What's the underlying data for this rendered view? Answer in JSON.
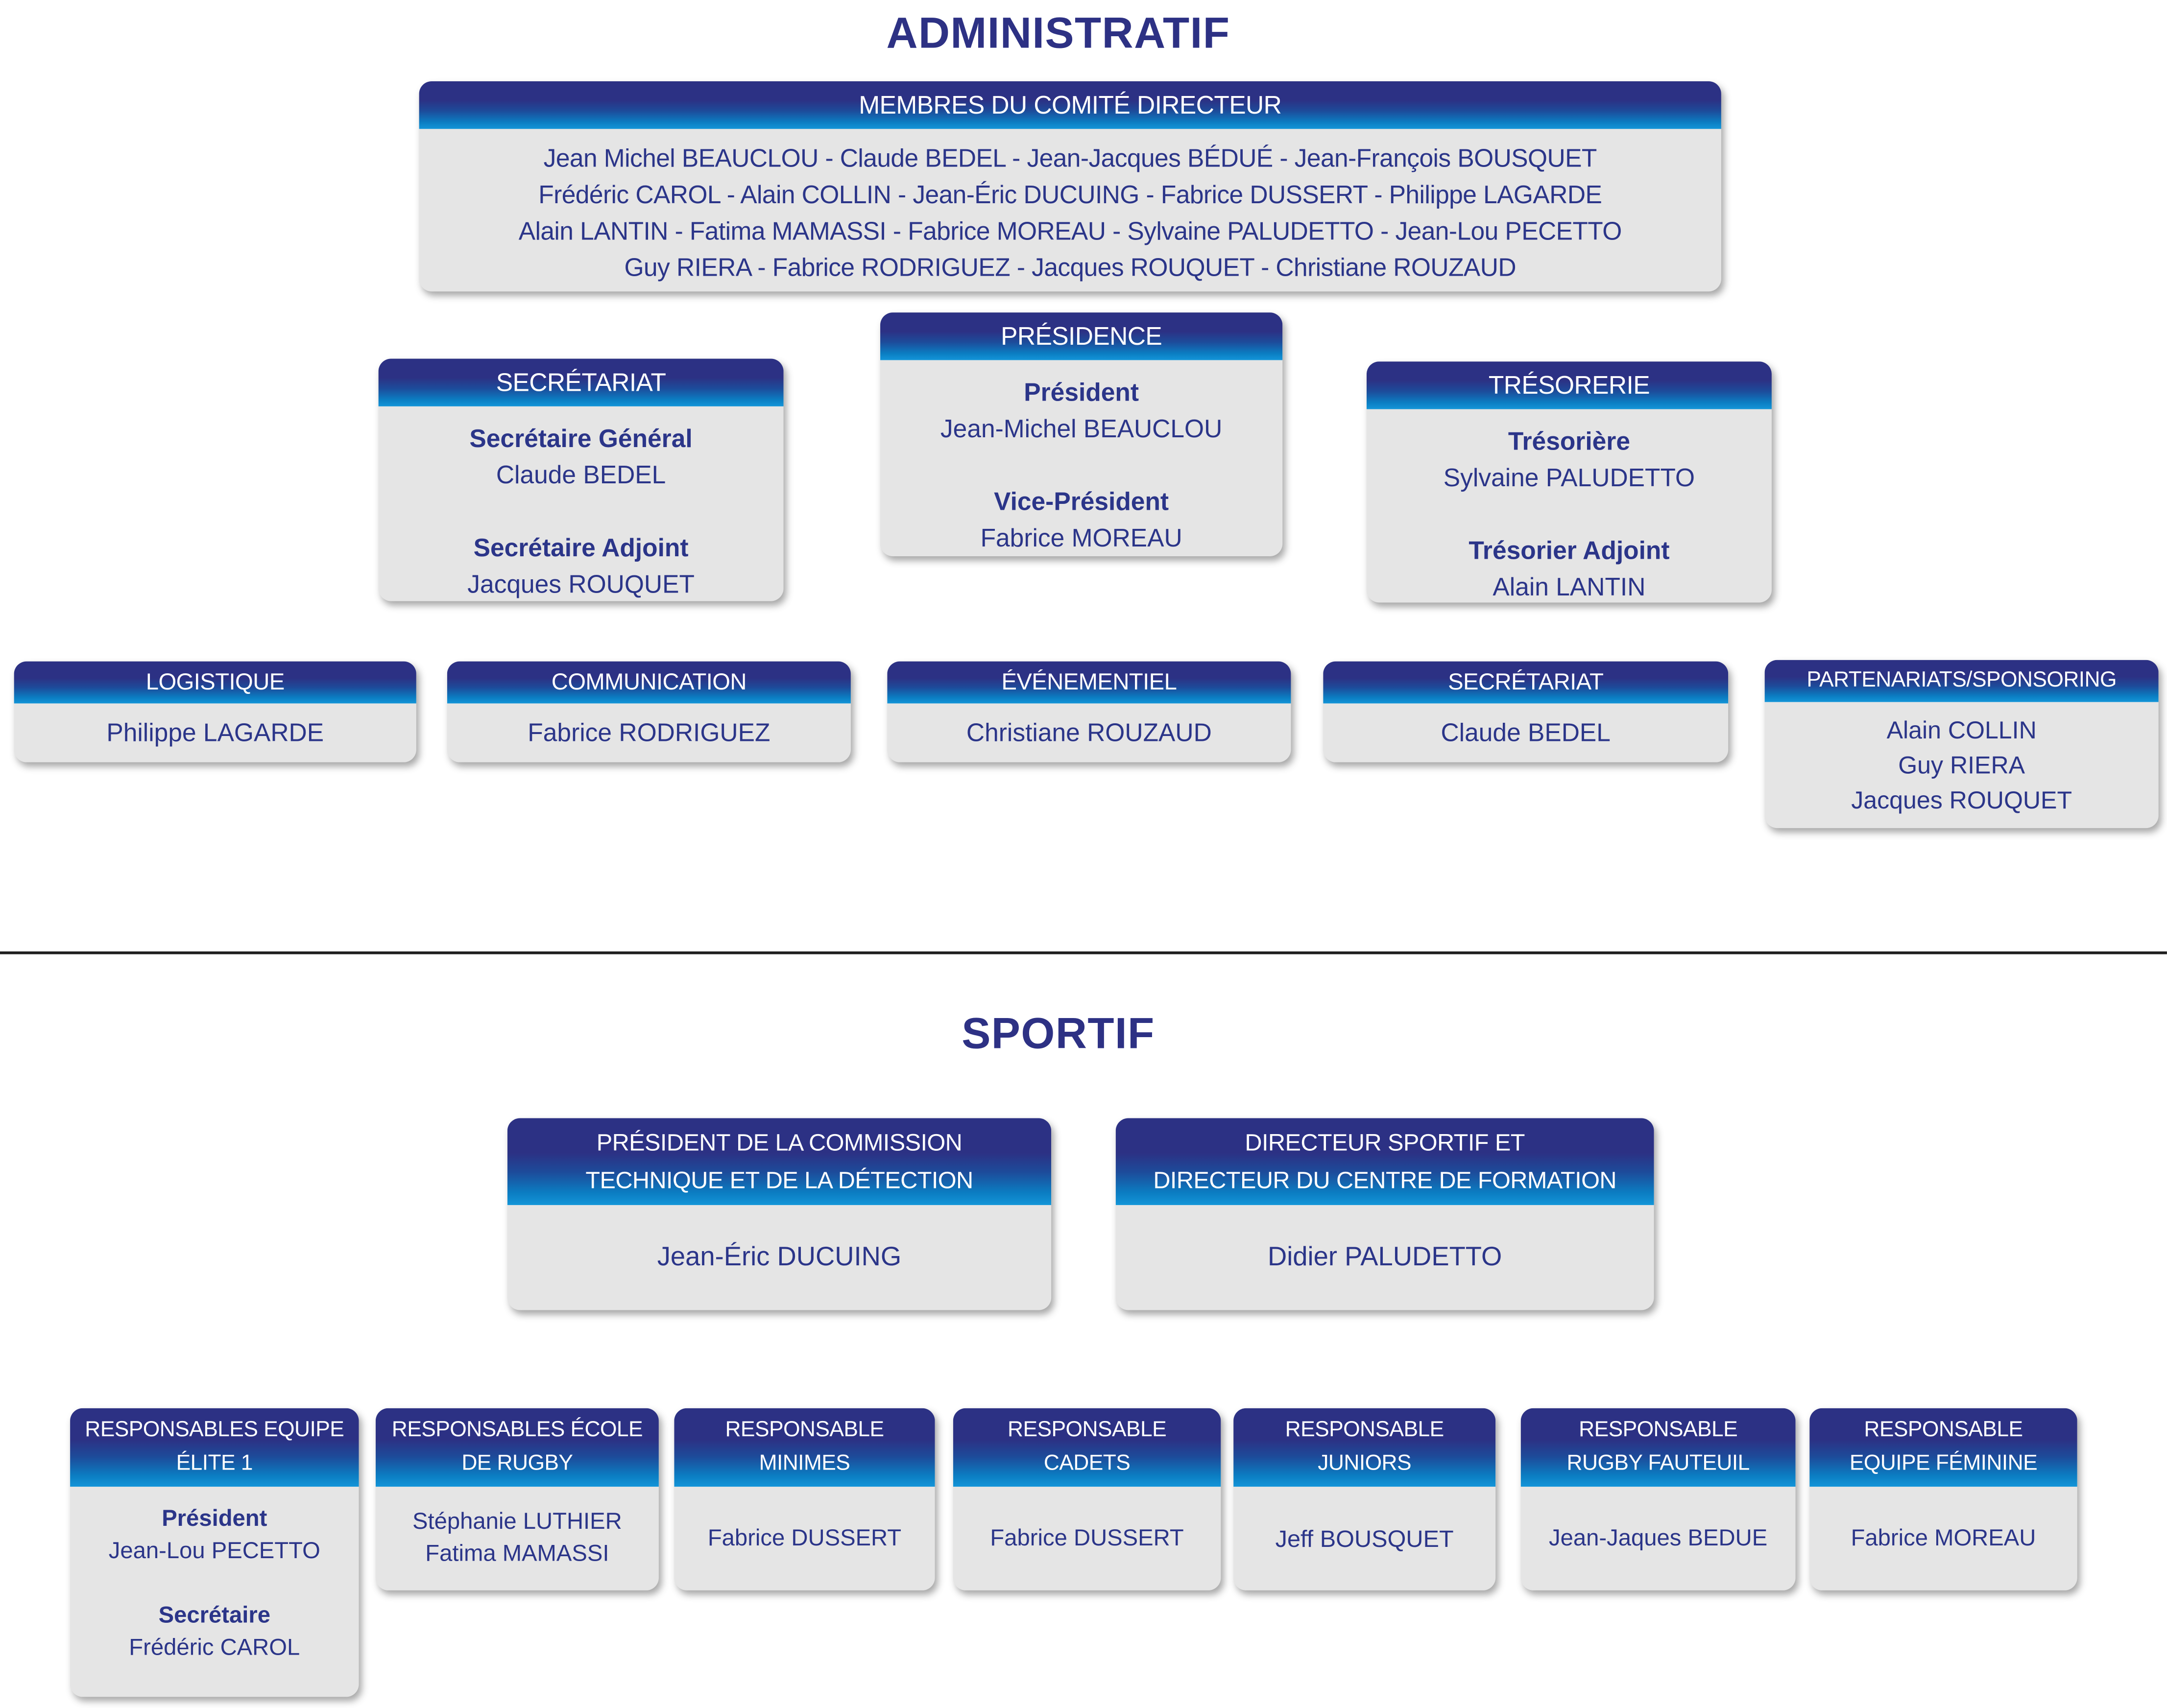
{
  "colors": {
    "header_gradient_top": "#2c3184",
    "header_gradient_mid": "#1d4b9a",
    "header_gradient_bottom": "#1395d8",
    "card_body_bg": "#e5e5e5",
    "text_blue": "#2b3589",
    "title_blue": "#2d3184",
    "divider": "#1f1f1f"
  },
  "administratif": {
    "title": "ADMINISTRATIF",
    "comite": {
      "header": "MEMBRES DU COMITÉ DIRECTEUR",
      "lines": [
        "Jean Michel BEAUCLOU - Claude BEDEL - Jean-Jacques BÉDUÉ - Jean-François BOUSQUET",
        "Frédéric CAROL - Alain COLLIN - Jean-Éric DUCUING - Fabrice DUSSERT - Philippe LAGARDE",
        "Alain LANTIN - Fatima MAMASSI - Fabrice MOREAU - Sylvaine PALUDETTO - Jean-Lou PECETTO",
        "Guy RIERA - Fabrice RODRIGUEZ - Jacques ROUQUET - Christiane ROUZAUD"
      ]
    },
    "secretariat": {
      "header": "SECRÉTARIAT",
      "role1": "Secrétaire Général",
      "name1": "Claude BEDEL",
      "role2": "Secrétaire Adjoint",
      "name2": "Jacques ROUQUET"
    },
    "presidence": {
      "header": "PRÉSIDENCE",
      "role1": "Président",
      "name1": "Jean-Michel BEAUCLOU",
      "role2": "Vice-Président",
      "name2": "Fabrice MOREAU"
    },
    "tresorerie": {
      "header": "TRÉSORERIE",
      "role1": "Trésorière",
      "name1": "Sylvaine PALUDETTO",
      "role2": "Trésorier Adjoint",
      "name2": "Alain LANTIN"
    },
    "logistique": {
      "header": "LOGISTIQUE",
      "name": "Philippe LAGARDE"
    },
    "communication": {
      "header": "COMMUNICATION",
      "name": "Fabrice RODRIGUEZ"
    },
    "evenementiel": {
      "header": "ÉVÉNEMENTIEL",
      "name": "Christiane ROUZAUD"
    },
    "secretariat2": {
      "header": "SECRÉTARIAT",
      "name": "Claude BEDEL"
    },
    "partenariats": {
      "header": "PARTENARIATS/SPONSORING",
      "names": [
        "Alain COLLIN",
        "Guy RIERA",
        "Jacques ROUQUET"
      ]
    }
  },
  "sportif": {
    "title": "SPORTIF",
    "commission": {
      "header1": "PRÉSIDENT DE LA COMMISSION",
      "header2": "TECHNIQUE ET DE LA DÉTECTION",
      "name": "Jean-Éric DUCUING"
    },
    "directeur": {
      "header1": "DIRECTEUR SPORTIF ET",
      "header2": "DIRECTEUR DU CENTRE DE FORMATION",
      "name": "Didier PALUDETTO"
    },
    "elite": {
      "header1": "RESPONSABLES EQUIPE",
      "header2": "ÉLITE 1",
      "role1": "Président",
      "name1": "Jean-Lou PECETTO",
      "role2": "Secrétaire",
      "name2": "Frédéric CAROL"
    },
    "ecole": {
      "header1": "RESPONSABLES ÉCOLE",
      "header2": "DE RUGBY",
      "names": [
        "Stéphanie LUTHIER",
        "Fatima MAMASSI"
      ]
    },
    "minimes": {
      "header1": "RESPONSABLE",
      "header2": "MINIMES",
      "name": "Fabrice DUSSERT"
    },
    "cadets": {
      "header1": "RESPONSABLE",
      "header2": "CADETS",
      "name": "Fabrice DUSSERT"
    },
    "juniors": {
      "header1": "RESPONSABLE",
      "header2": "JUNIORS",
      "name": "Jeff BOUSQUET"
    },
    "fauteuil": {
      "header1": "RESPONSABLE",
      "header2": "RUGBY FAUTEUIL",
      "name": "Jean-Jaques BEDUE"
    },
    "feminine": {
      "header1": "RESPONSABLE",
      "header2": "EQUIPE FÉMININE",
      "name": "Fabrice MOREAU"
    }
  }
}
